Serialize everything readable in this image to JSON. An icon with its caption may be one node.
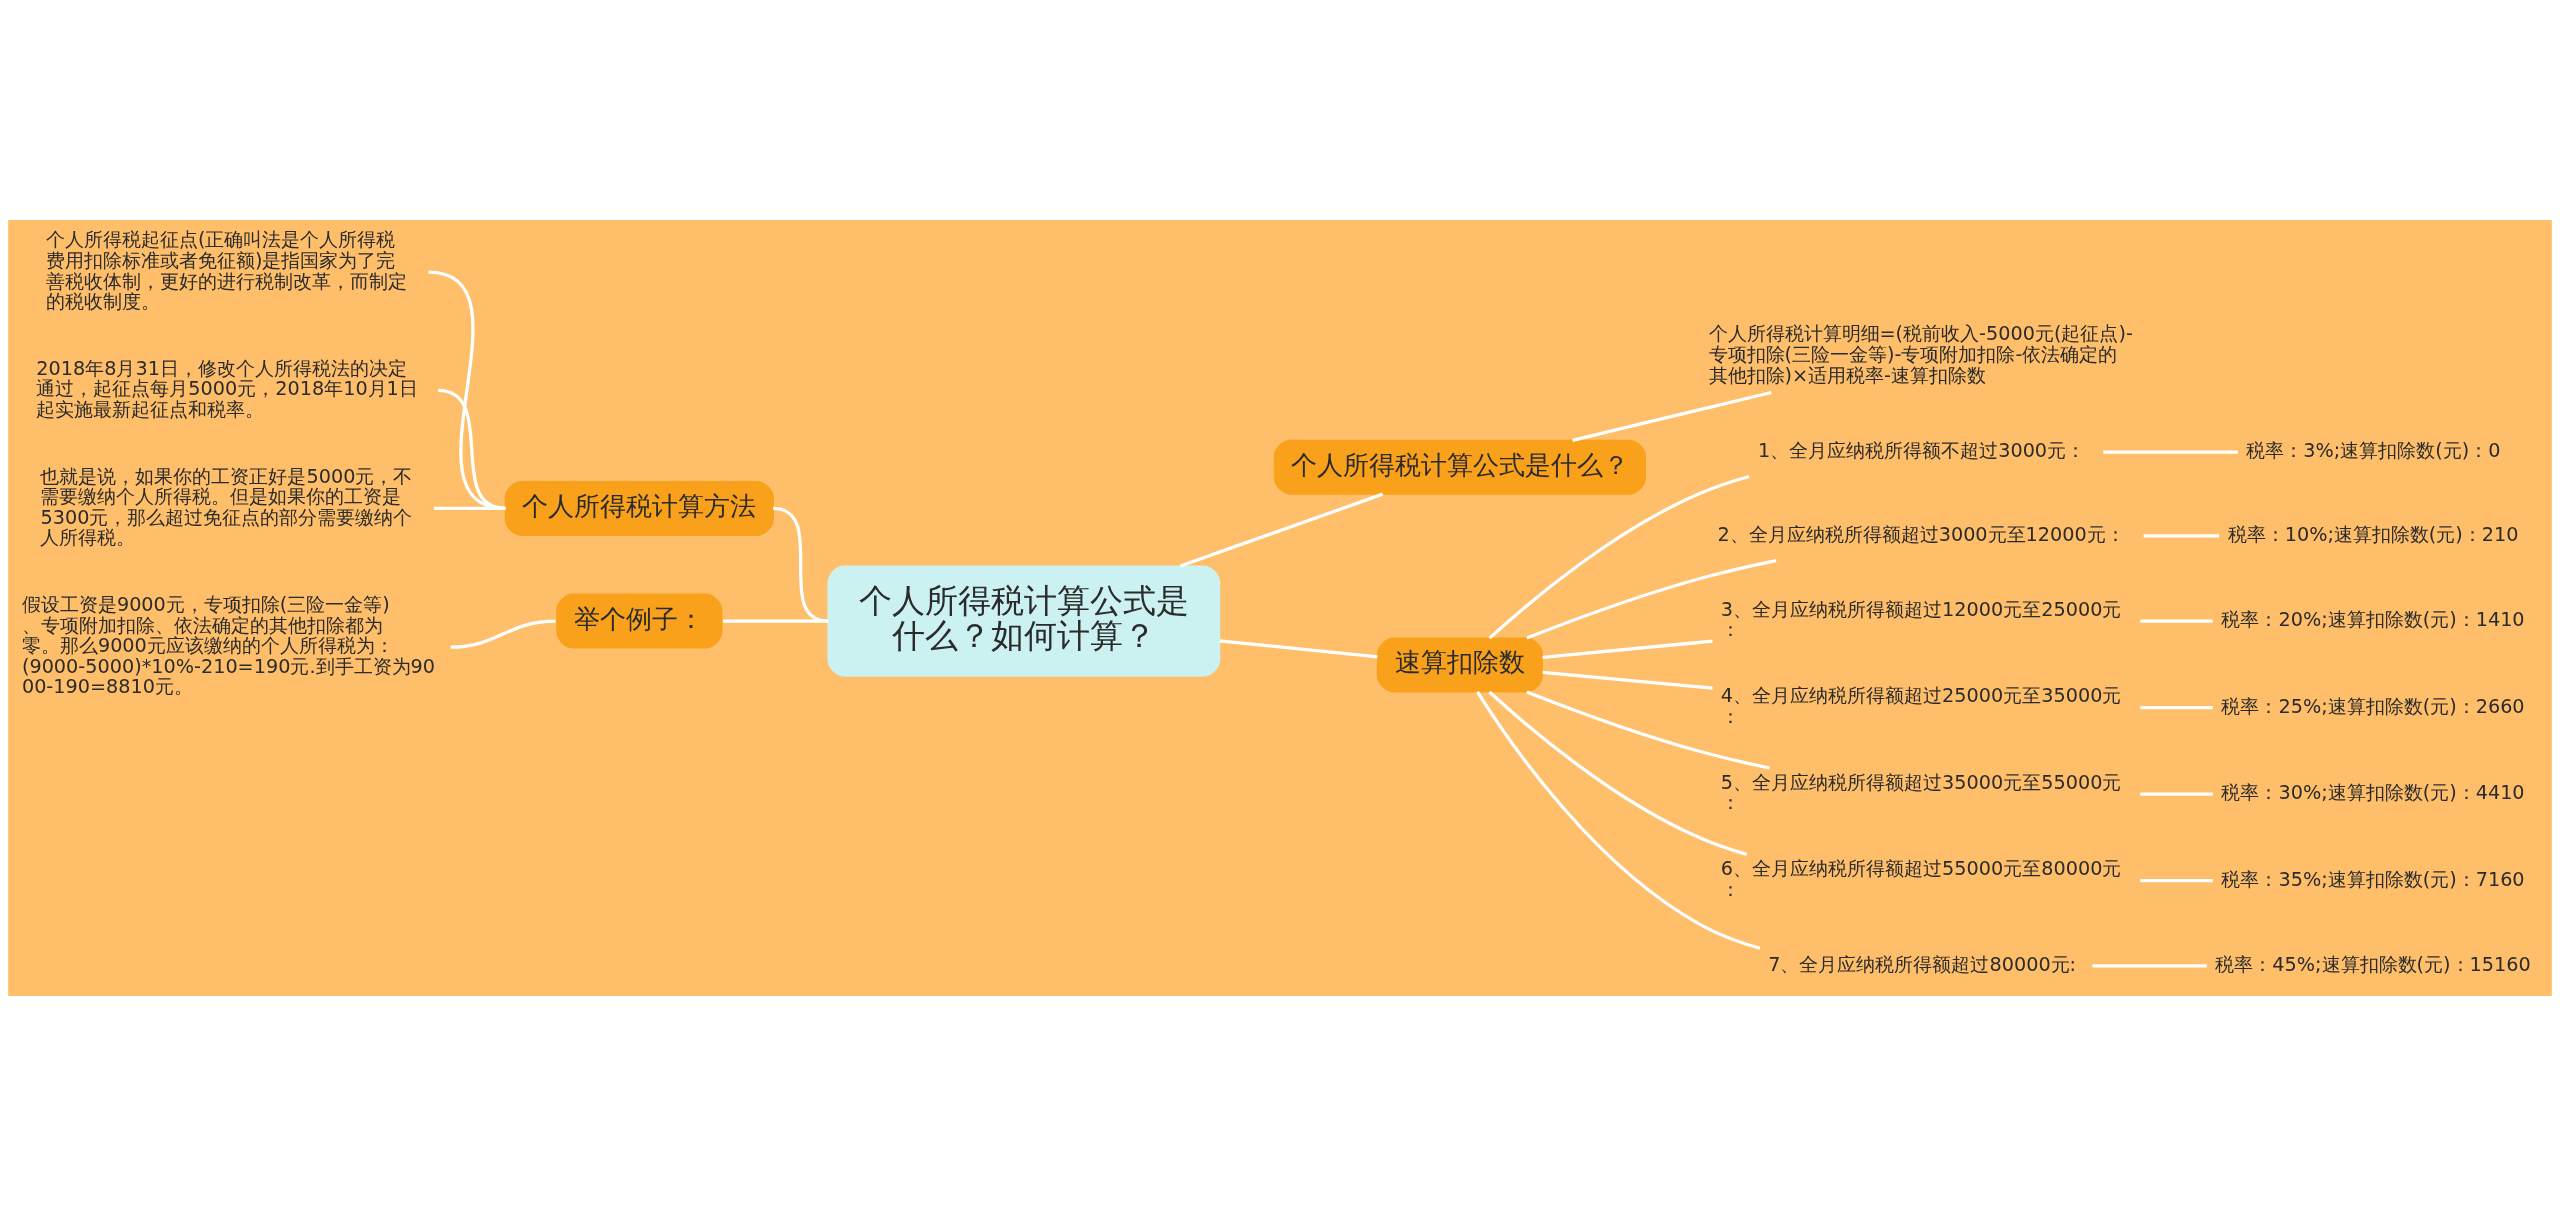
{
  "diagram": {
    "nodes": [
      {
        "text": [
          "个人所得税计算公式是什么？如何计算？"
        ]
      },
      {
        "text": [
          "个人所得税计算方法"
        ]
      },
      {
        "text": [
          "个人所得税起征点(正确叫法是个人所得税费用扣除标准或者免征额)是指国家为了完善税收体制，更好的进行税制改革，而制定的税收制度。"
        ]
      },
      {
        "text": [
          "2018年8月31日，修改个人所得税法的决定通过，起征点每月5000元，2018年10月1日起实施最新起征点和税率。"
        ]
      },
      {
        "text": [
          "也就是说，如果你的工资正好是5000元，不需要缴纳个人所得税。但是如果你的工资是5300元，那么超过免征点的部分需要缴纳个人所得税。"
        ]
      },
      {
        "text": [
          "举个例子："
        ]
      },
      {
        "text": [
          "假设工资是9000元，专项扣除(三险一金等)、专项附加扣除、依法确定的其他扣除都为零。那么9000元应该缴纳的个人所得税为：(9000-5000)*10%-210=190元.到手工资为9000-190=8810元。"
        ]
      },
      {
        "text": [
          "个人所得税计算公式是什么？"
        ]
      },
      {
        "text": [
          "个人所得税计算明细=(税前收入-5000元(起征点)-专项扣除(三险一金等)-专项附加扣除-依法确定的其他扣除)×适用税率-速算扣除数"
        ]
      },
      {
        "text": [
          "速算扣除数"
        ]
      },
      {
        "text": [
          "1、全月应纳税所得额不超过3000元："
        ]
      },
      {
        "text": [
          "税率：3%;速算扣除数(元)：0"
        ]
      },
      {
        "text": [
          "2、全月应纳税所得额超过3000元至12000元："
        ]
      },
      {
        "text": [
          "税率：10%;速算扣除数(元)：210"
        ]
      },
      {
        "text": [
          "3、全月应纳税所得额超过12000元至25000元："
        ]
      },
      {
        "text": [
          "税率：20%;速算扣除数(元)：1410"
        ]
      },
      {
        "text": [
          "4、全月应纳税所得额超过25000元至35000元："
        ]
      },
      {
        "text": [
          "税率：25%;速算扣除数(元)：2660"
        ]
      },
      {
        "text": [
          "5、全月应纳税所得额超过35000元至55000元："
        ]
      },
      {
        "text": [
          "税率：30%;速算扣除数(元)：4410"
        ]
      },
      {
        "text": [
          "6、全月应纳税所得额超过55000元至80000元："
        ]
      },
      {
        "text": [
          "税率：35%;速算扣除数(元)：7160"
        ]
      },
      {
        "text": [
          "7、全月应纳税所得额超过80000元:"
        ]
      },
      {
        "text": [
          "税率：45%;速算扣除数(元)：15160"
        ]
      }
    ],
    "edges": [
      {
        "from": 0,
        "to": 1,
        "arrow": "none"
      },
      {
        "from": 1,
        "to": 2,
        "arrow": "none"
      },
      {
        "from": 1,
        "to": 3,
        "arrow": "none"
      },
      {
        "from": 1,
        "to": 4,
        "arrow": "none"
      },
      {
        "from": 0,
        "to": 5,
        "arrow": "none"
      },
      {
        "from": 5,
        "to": 6,
        "arrow": "none"
      },
      {
        "from": 0,
        "to": 7,
        "arrow": "none"
      },
      {
        "from": 7,
        "to": 8,
        "arrow": "none"
      },
      {
        "from": 0,
        "to": 9,
        "arrow": "none"
      },
      {
        "from": 9,
        "to": 10,
        "arrow": "none"
      },
      {
        "from": 10,
        "to": 11,
        "arrow": "none"
      },
      {
        "from": 9,
        "to": 12,
        "arrow": "none"
      },
      {
        "from": 12,
        "to": 13,
        "arrow": "none"
      },
      {
        "from": 9,
        "to": 14,
        "arrow": "none"
      },
      {
        "from": 14,
        "to": 15,
        "arrow": "none"
      },
      {
        "from": 9,
        "to": 16,
        "arrow": "none"
      },
      {
        "from": 16,
        "to": 17,
        "arrow": "none"
      },
      {
        "from": 9,
        "to": 18,
        "arrow": "none"
      },
      {
        "from": 18,
        "to": 19,
        "arrow": "none"
      },
      {
        "from": 9,
        "to": 20,
        "arrow": "none"
      },
      {
        "from": 20,
        "to": 21,
        "arrow": "none"
      },
      {
        "from": 9,
        "to": 22,
        "arrow": "none"
      },
      {
        "from": 22,
        "to": 23,
        "arrow": "none"
      }
    ]
  }
}
